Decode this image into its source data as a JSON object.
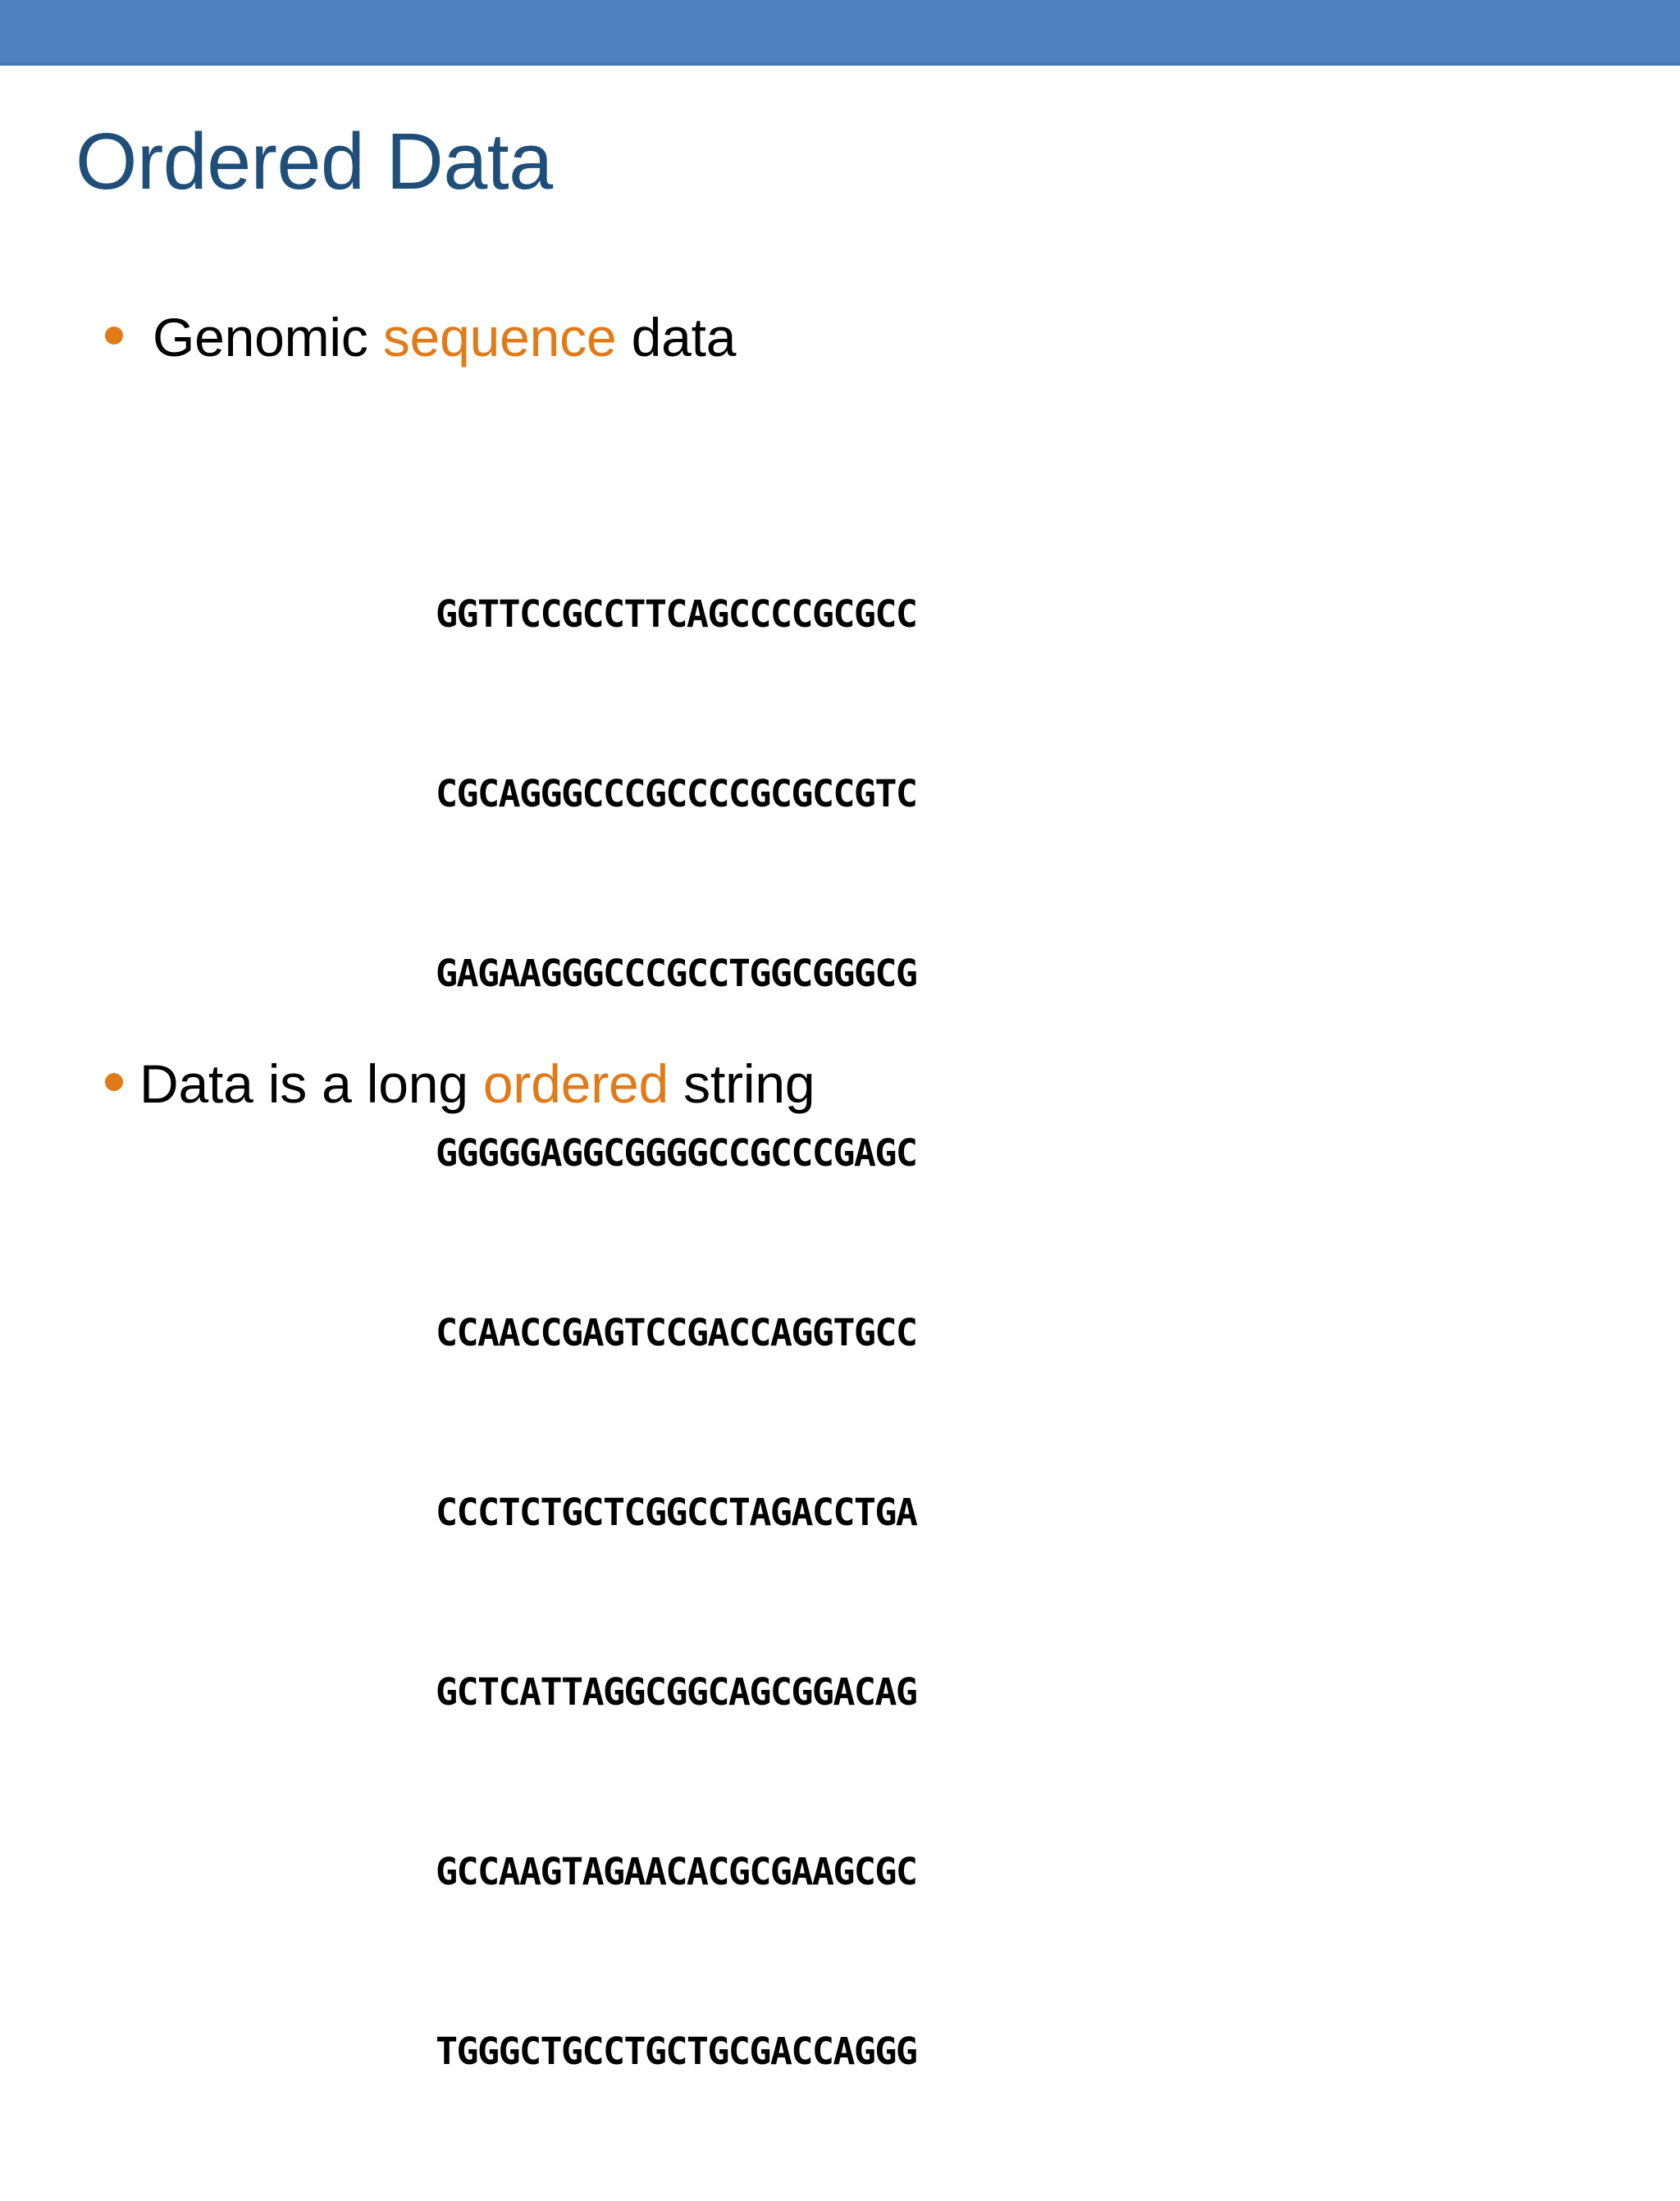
{
  "slide": {
    "title": "Ordered Data",
    "theme": {
      "header_bar_color": "#4E81BD",
      "header_bar_underline_color": "#4576AF",
      "title_color": "#1F4E79",
      "accent_color": "#E07B18",
      "body_text_color": "#000000",
      "background_color": "#FFFFFF"
    }
  },
  "bullets": [
    {
      "id": "bullet-genomic-sequence-data",
      "parts": [
        {
          "text": "Genomic ",
          "highlight": false
        },
        {
          "text": "sequence",
          "highlight": true
        },
        {
          "text": " data",
          "highlight": false
        }
      ],
      "plain": "Genomic sequence data"
    },
    {
      "id": "bullet-data-is-a-long-ordered-string",
      "parts": [
        {
          "text": "Data is a long ",
          "highlight": false
        },
        {
          "text": "ordered",
          "highlight": true
        },
        {
          "text": " string",
          "highlight": false
        }
      ],
      "plain": "Data is a long ordered string"
    }
  ],
  "sequence_block": {
    "label": "genomic-sequence",
    "line_length": 23,
    "line_count": 9,
    "lines": [
      "GGTTCCGCCTTCAGCCCCGCGCC",
      "CGCAGGGCCCGCCCCGCGCCGTC",
      "GAGAAGGGCCCGCCTGGCGGGCG",
      "GGGGGAGGCGGGGCCGCCCGAGC",
      "CCAACCGAGTCCGACCAGGTGCC",
      "CCCTCTGCTCGGCCTAGACCTGA",
      "GCTCATTAGGCGGCAGCGGACAG",
      "GCCAAGTAGAACACGCGAAGCGC",
      "TGGGCTGCCTGCTGCGACCAGGG"
    ]
  }
}
